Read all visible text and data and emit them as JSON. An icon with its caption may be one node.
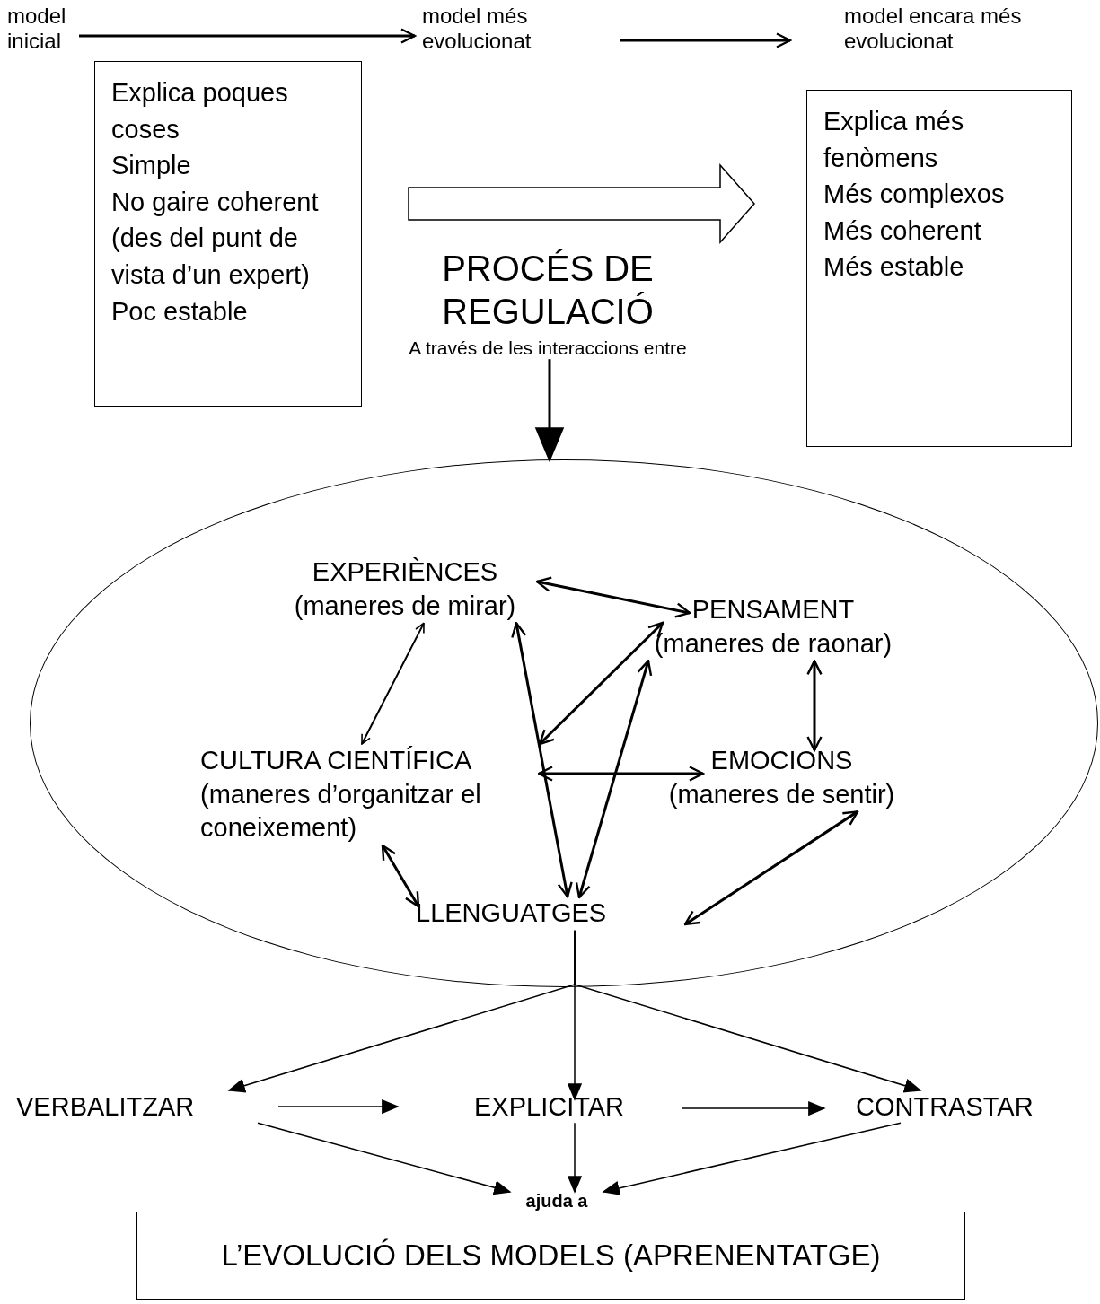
{
  "diagram": {
    "nodes": [
      {
        "text": [
          "model inicial"
        ]
      },
      {
        "text": [
          "model més evolucionat"
        ]
      },
      {
        "text": [
          "model encara més evolucionat"
        ]
      },
      {
        "text": [
          "Explica poques coses",
          "Simple",
          "No gaire coherent (des del punt de vista d’un expert)",
          "Poc estable"
        ]
      },
      {
        "text": [
          "Explica més fenòmens",
          "Més complexos",
          "Més coherent",
          "Més estable"
        ]
      },
      {
        "text": [
          "PROCÉS DE REGULACIÓ",
          "A través de les interaccions entre"
        ]
      },
      {
        "text": [],
        "shape": "ellipse"
      },
      {
        "text": [
          "EXPERIÈNCES",
          "(maneres de mirar)"
        ],
        "in": 6
      },
      {
        "text": [
          "PENSAMENT",
          "(maneres de raonar)"
        ],
        "in": 6
      },
      {
        "text": [
          "CULTURA CIENTÍFICA",
          "(maneres d’organitzar el coneixement)"
        ],
        "in": 6
      },
      {
        "text": [
          "EMOCIONS",
          "(maneres de sentir)"
        ],
        "in": 6
      },
      {
        "text": [
          "LLENGUATGES"
        ],
        "in": 6
      },
      {
        "text": [
          "VERBALITZAR"
        ]
      },
      {
        "text": [
          "EXPLICITAR"
        ]
      },
      {
        "text": [
          "CONTRASTAR"
        ]
      },
      {
        "text": [
          "ajuda a"
        ]
      },
      {
        "text": [
          "L’EVOLUCIÓ DELS  MODELS (APRENENTATGE)"
        ]
      }
    ],
    "edges": [
      {
        "from": 0,
        "to": 1,
        "arrow": "to"
      },
      {
        "from": 1,
        "to": 2,
        "arrow": "to"
      },
      {
        "from": 3,
        "to": 4,
        "arrow": "to",
        "style": "thick"
      },
      {
        "from": 5,
        "to": 6,
        "arrow": "to"
      },
      {
        "from": 7,
        "to": 8,
        "arrow": "both"
      },
      {
        "from": 7,
        "to": 9,
        "arrow": "both"
      },
      {
        "from": 7,
        "to": 11,
        "arrow": "both"
      },
      {
        "from": 9,
        "to": 8,
        "arrow": "both"
      },
      {
        "from": 11,
        "to": 8,
        "arrow": "both"
      },
      {
        "from": 9,
        "to": 10,
        "arrow": "both"
      },
      {
        "from": 8,
        "to": 10,
        "arrow": "both"
      },
      {
        "from": 9,
        "to": 11,
        "arrow": "both"
      },
      {
        "from": 11,
        "to": 10,
        "arrow": "both"
      },
      {
        "from": 11,
        "to": 13,
        "arrow": "to"
      },
      {
        "from": 11,
        "to": 12,
        "arrow": "to"
      },
      {
        "from": 11,
        "to": 14,
        "arrow": "to"
      },
      {
        "from": 12,
        "to": 13,
        "arrow": "to"
      },
      {
        "from": 13,
        "to": 14,
        "arrow": "to"
      },
      {
        "from": 12,
        "to": 15,
        "arrow": "to"
      },
      {
        "from": 13,
        "to": 15,
        "arrow": "to"
      },
      {
        "from": 14,
        "to": 15,
        "arrow": "to"
      }
    ]
  }
}
